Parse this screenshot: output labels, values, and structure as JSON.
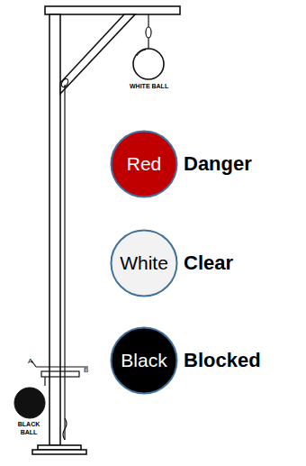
{
  "diagram": {
    "nodes": [
      {
        "text": [
          "Red"
        ]
      },
      {
        "text": [
          "White"
        ]
      },
      {
        "text": [
          "Black"
        ]
      }
    ],
    "labels": [
      "WHITE BALL",
      "BLACK BALL",
      "A",
      "B",
      "Danger",
      "Clear",
      "Blocked"
    ]
  }
}
